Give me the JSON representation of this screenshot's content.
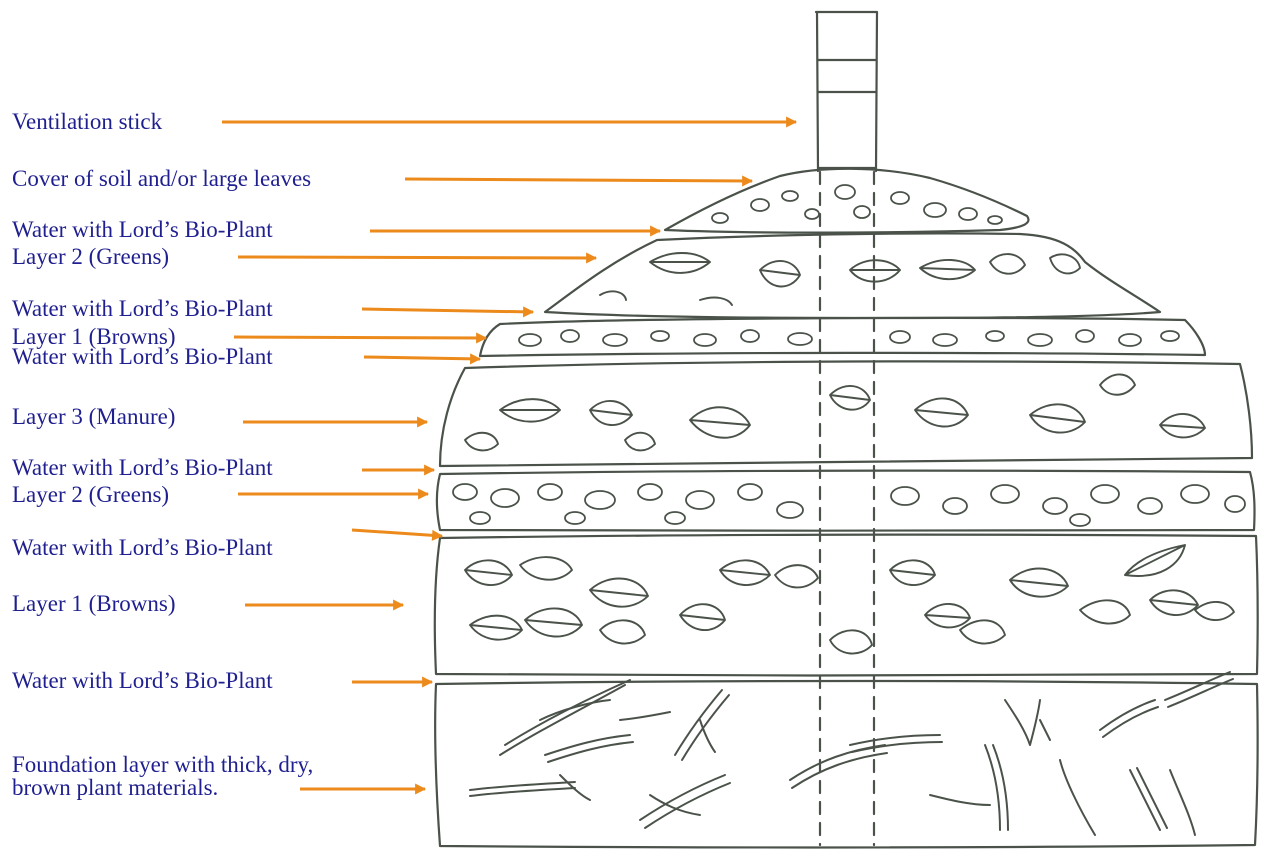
{
  "colors": {
    "label_text": "#1f1f8f",
    "arrow": "#ec8a1c",
    "sketch": "#4a524a",
    "background": "#ffffff"
  },
  "labels": [
    {
      "id": "ventilation-stick",
      "text": "Ventilation stick"
    },
    {
      "id": "cover",
      "text": "Cover of soil and/or large leaves"
    },
    {
      "id": "water-1",
      "text": "Water with Lord’s Bio-Plant"
    },
    {
      "id": "layer2-greens-top",
      "text": "Layer 2 (Greens)"
    },
    {
      "id": "water-2",
      "text": "Water with Lord’s Bio-Plant"
    },
    {
      "id": "layer1-browns-top",
      "text": "Layer 1 (Browns)"
    },
    {
      "id": "water-3",
      "text": "Water with Lord’s Bio-Plant"
    },
    {
      "id": "layer3-manure",
      "text": "Layer 3 (Manure)"
    },
    {
      "id": "water-4",
      "text": "Water with Lord’s Bio-Plant"
    },
    {
      "id": "layer2-greens",
      "text": "Layer 2 (Greens)"
    },
    {
      "id": "water-5",
      "text": "Water with Lord’s Bio-Plant"
    },
    {
      "id": "layer1-browns",
      "text": "Layer 1 (Browns)"
    },
    {
      "id": "water-6",
      "text": "Water with Lord’s Bio-Plant"
    },
    {
      "id": "foundation-line1",
      "text": "Foundation layer with thick, dry,"
    },
    {
      "id": "foundation-line2",
      "text": "brown plant materials."
    }
  ]
}
